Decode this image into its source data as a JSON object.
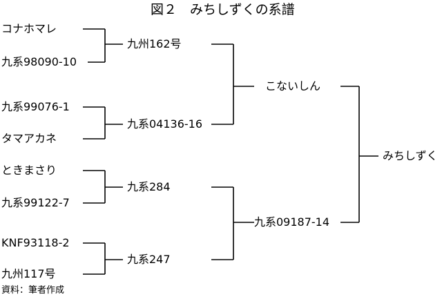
{
  "title": "図２　みちしずくの系譜",
  "source": "資料：筆者作成",
  "pedigree": {
    "child": "みちしずく",
    "parents": [
      "こないしん",
      "九系09187-14"
    ],
    "grandparents": [
      "九州162号",
      "九系04136-16",
      "九系284",
      "九系247"
    ],
    "great_grandparents": [
      "コナホマレ",
      "九系98090-10",
      "九系99076-1",
      "タマアカネ",
      "ときまさり",
      "九系99122-7",
      "KNF93118-2",
      "九州117号"
    ]
  }
}
